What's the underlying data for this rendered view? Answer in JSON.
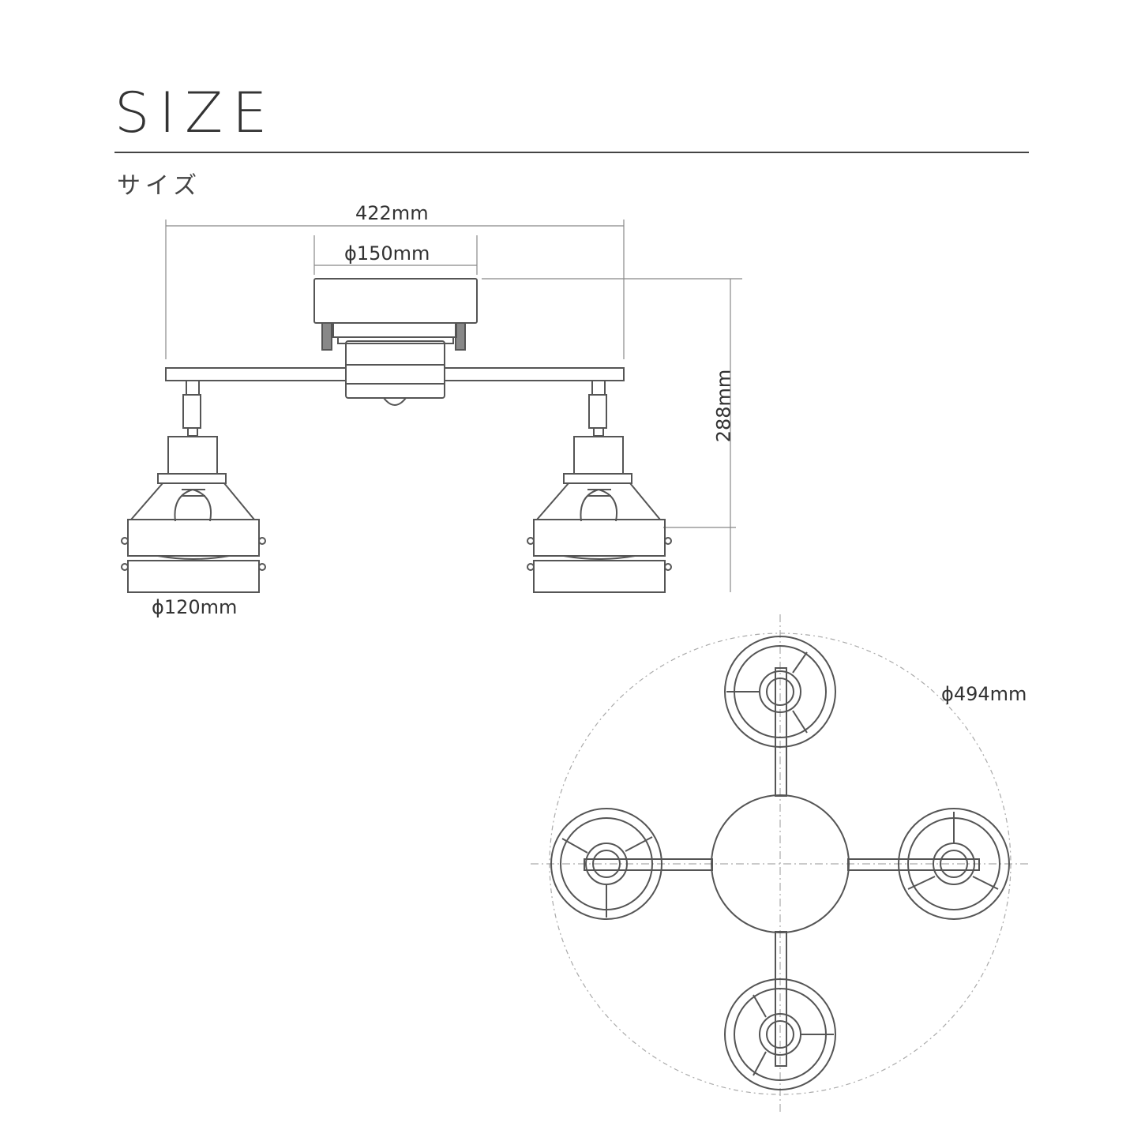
{
  "header": {
    "title": "SIZE",
    "subtitle": "サイズ"
  },
  "side_view": {
    "overall_width": "422mm",
    "canopy_diameter": "ϕ150mm",
    "height": "288mm",
    "shade_diameter": "ϕ120mm"
  },
  "top_view": {
    "overall_diameter": "ϕ494mm"
  },
  "colors": {
    "line": "#555555",
    "guide": "#aaaaaa",
    "text": "#333333"
  }
}
